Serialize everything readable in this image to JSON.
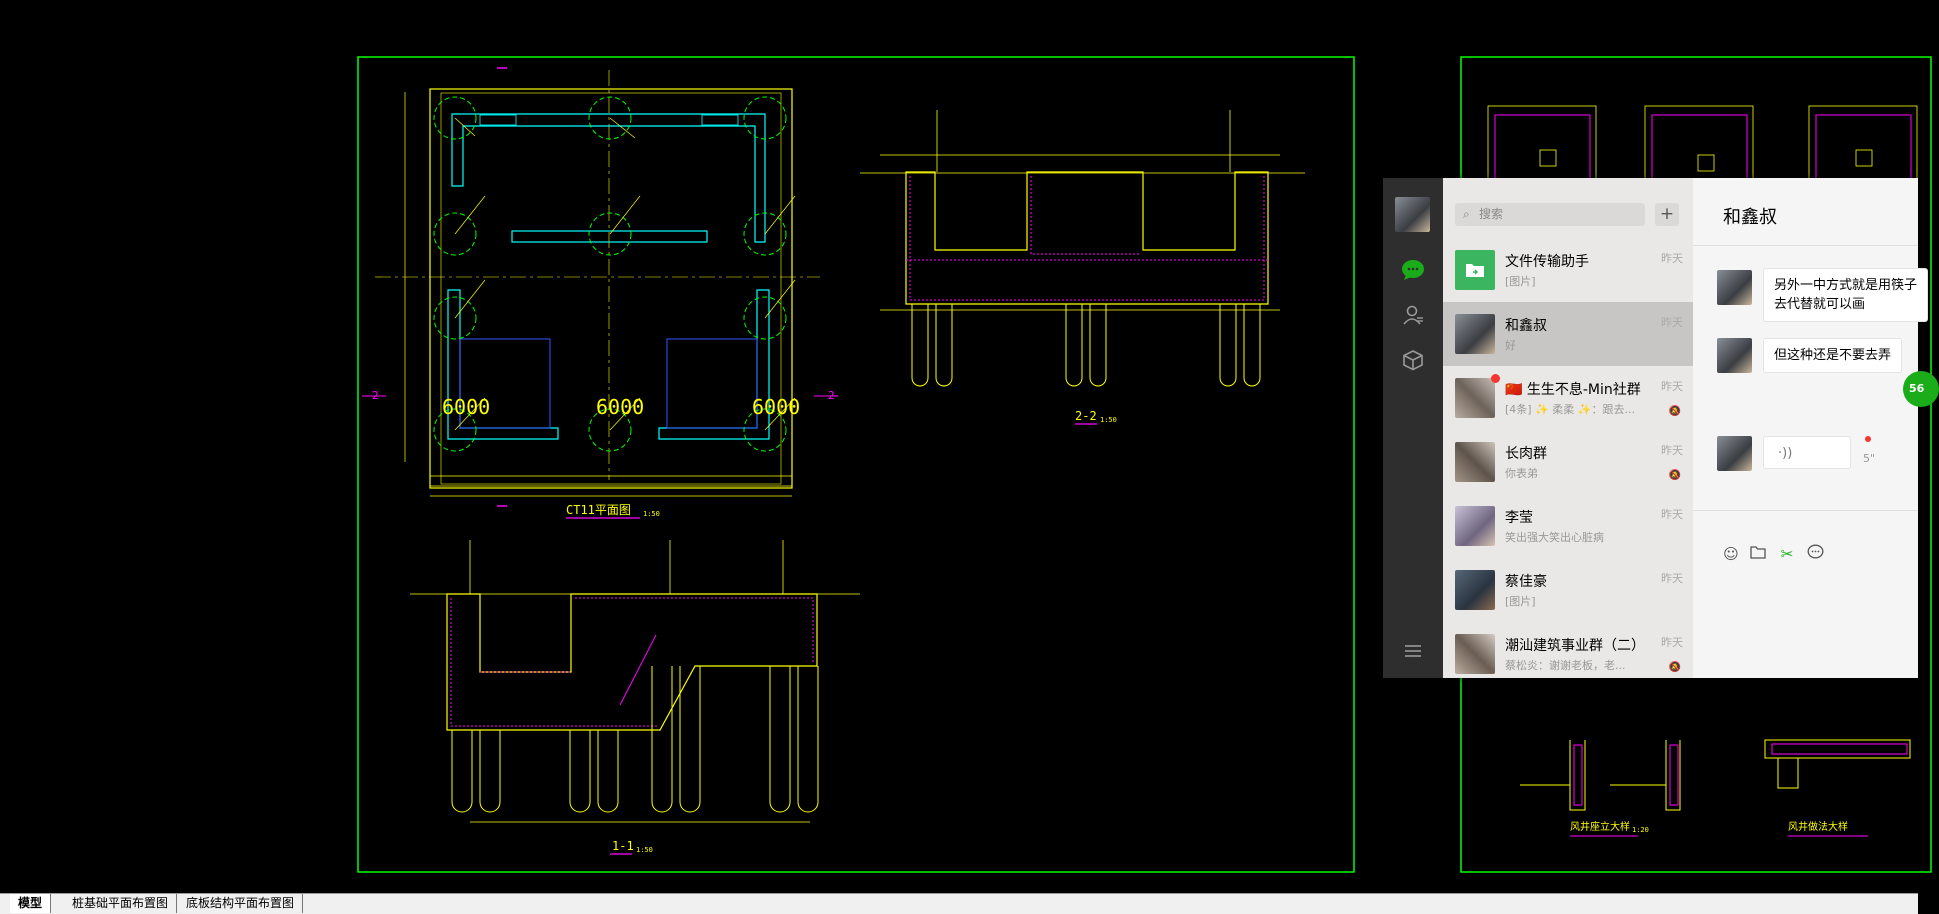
{
  "cad": {
    "plan_title": "CT11平面图",
    "plan_scale": "1:50",
    "section_a_title": "1-1",
    "section_a_scale": "1:50",
    "section_b_title": "2-2",
    "section_b_scale": "1:50",
    "detail_title_left": "风井座立大样",
    "detail_scale_left": "1:20",
    "detail_title_right": "风井做法大样",
    "pile_label": "6000",
    "section_marker": "2",
    "colors": {
      "frame": "#00ff00",
      "yellow": "#ffff00",
      "cyan": "#00ffff",
      "magenta": "#ff00ff",
      "green": "#00ff00",
      "blue": "#3355ff"
    }
  },
  "tabs": [
    {
      "label": "模型",
      "active": true
    },
    {
      "label": "桩基础平面布置图",
      "active": false
    },
    {
      "label": "底板结构平面布置图",
      "active": false
    }
  ],
  "wechat": {
    "search_placeholder": "搜索",
    "add_icon": "+",
    "nav_icons": [
      "chat-icon",
      "contacts-icon",
      "favorites-icon",
      "menu-icon"
    ],
    "conversations": [
      {
        "name": "文件传输助手",
        "preview": "[图片]",
        "time": "昨天",
        "avatar": "#3bb55f"
      },
      {
        "name": "和鑫叔",
        "preview": "好",
        "time": "昨天",
        "avatar": "#777a80",
        "selected": true
      },
      {
        "name": "🇨🇳 生生不息-Min社群",
        "preview": "[4条] ✨ 柔柔 ✨：跟去...",
        "time": "昨天",
        "avatar": "#9c8f84",
        "unread_dot": true,
        "muted": true
      },
      {
        "name": "长肉群",
        "preview": "你表弟",
        "time": "昨天",
        "avatar": "#8d7f74",
        "muted": true
      },
      {
        "name": "李莹",
        "preview": "笑出强大笑出心脏病",
        "time": "昨天",
        "avatar": "#a79fb3"
      },
      {
        "name": "蔡佳豪",
        "preview": "[图片]",
        "time": "昨天",
        "avatar": "#3d4a57"
      },
      {
        "name": "潮汕建筑事业群（二）",
        "preview": "蔡松炎：谢谢老板，老...",
        "time": "昨天",
        "avatar": "#9a9088",
        "muted": true
      }
    ],
    "chat": {
      "title": "和鑫叔",
      "messages": [
        "另外一中方式就是用筷子",
        "去代替就可以画",
        "但这种还是不要去弄"
      ],
      "voice_icon": "·))",
      "voice_duration": "5\"",
      "badge": "56"
    },
    "tool_icons": [
      "emoji-icon",
      "folder-icon",
      "scissors-icon",
      "chat-bubble-icon"
    ]
  }
}
